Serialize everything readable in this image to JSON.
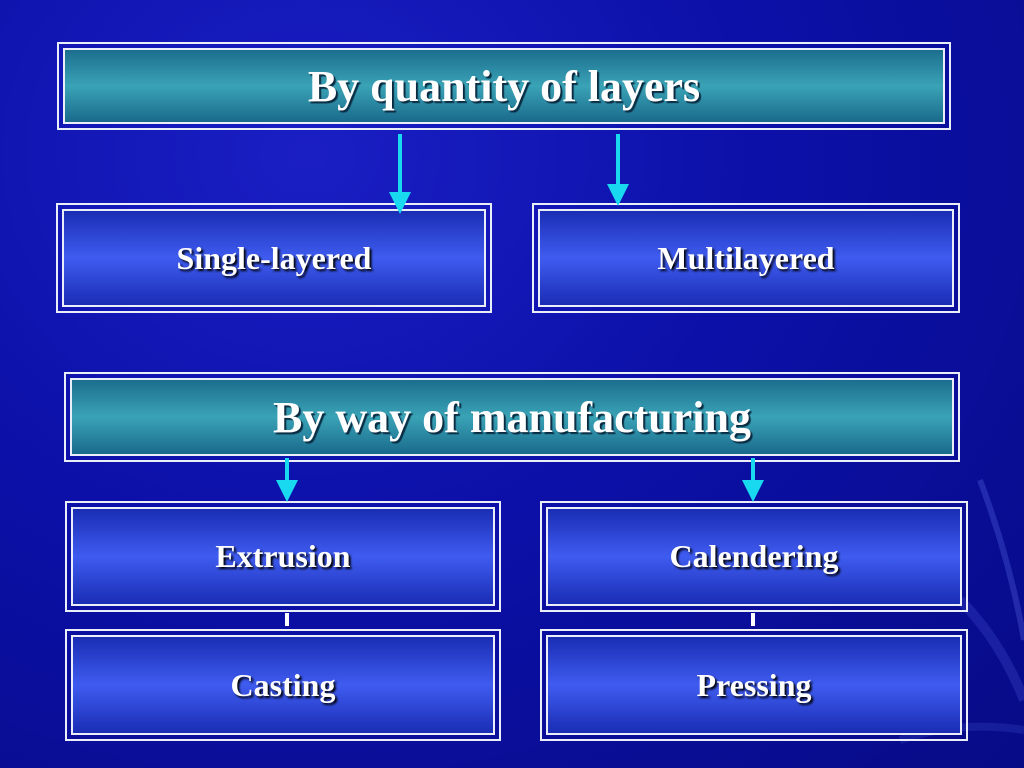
{
  "headers": {
    "layers": "By quantity of layers",
    "manufacturing": "By way of manufacturing"
  },
  "layers": {
    "single": "Single-layered",
    "multi": "Multilayered"
  },
  "manufacturing": {
    "extrusion": "Extrusion",
    "calendering": "Calendering",
    "casting": "Casting",
    "pressing": "Pressing"
  },
  "colors": {
    "arrow": "#19d9f0",
    "header_fill": "#3aa3b6",
    "box_fill": "#3f5cf0",
    "background": "#0c10a8"
  }
}
